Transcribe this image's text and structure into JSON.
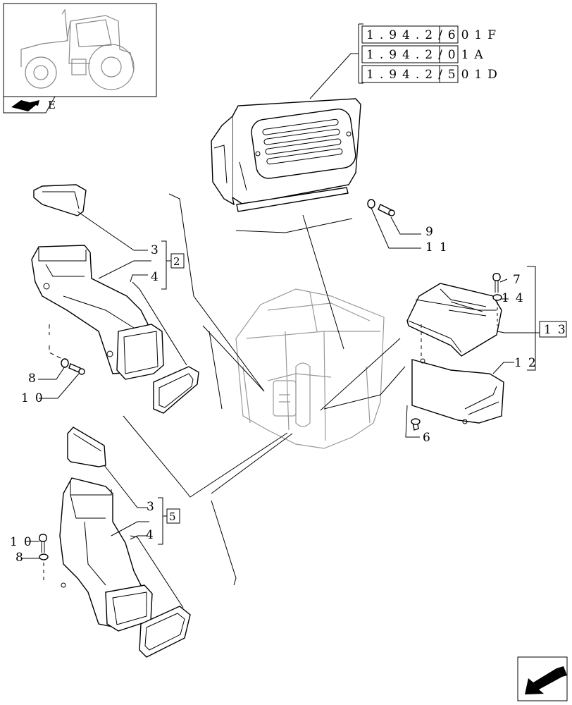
{
  "references": [
    "1.94.2/601F",
    "1.94.2/01A",
    "1.94.2/501D"
  ],
  "callouts": {
    "c9": "9",
    "c11": "11",
    "c7": "7",
    "c14": "14",
    "c13": "13",
    "c12": "12",
    "c6": "6",
    "c3a": "3",
    "c4a": "4",
    "c2": "2",
    "c8a": "8",
    "c10a": "10",
    "c3b": "3",
    "c4b": "4",
    "c5": "5",
    "c10b": "10",
    "c8b": "8"
  },
  "thumbnail": {
    "tag": "E"
  },
  "icons": {
    "thumbnail": "tractor-icon",
    "book": "book-icon",
    "nav": "arrow-icon"
  }
}
